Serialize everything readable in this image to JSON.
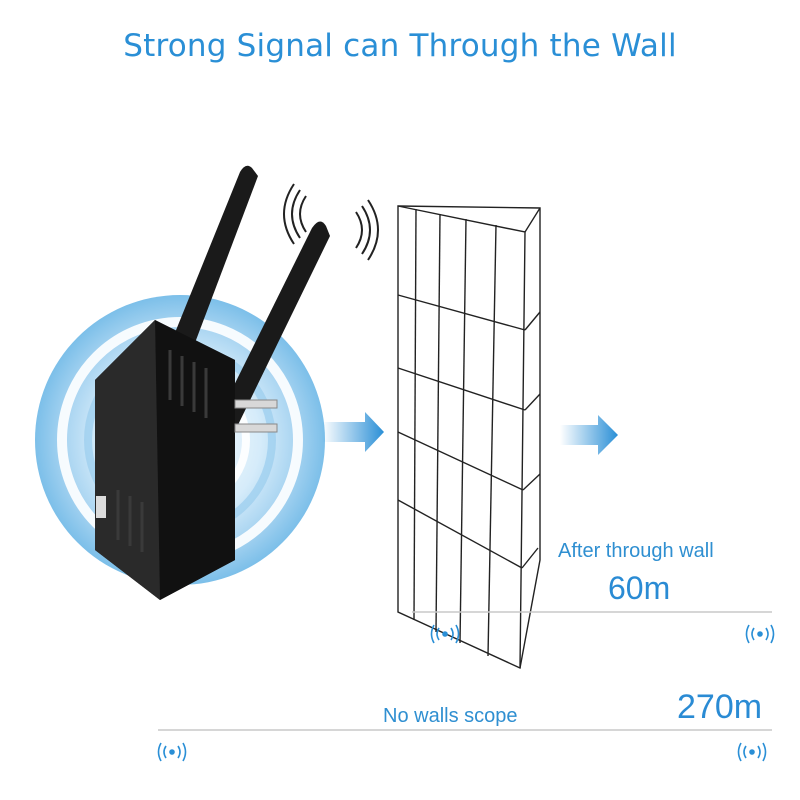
{
  "title": "Strong Signal can Through the Wall",
  "after_wall": {
    "label": "After through wall",
    "distance": "60m"
  },
  "no_walls": {
    "label": "No walls scope",
    "distance": "270m"
  },
  "colors": {
    "accent": "#2a8fd6",
    "device": "#1c1c1c",
    "glow": "#bfe0f5",
    "line": "#c8c8c8"
  }
}
